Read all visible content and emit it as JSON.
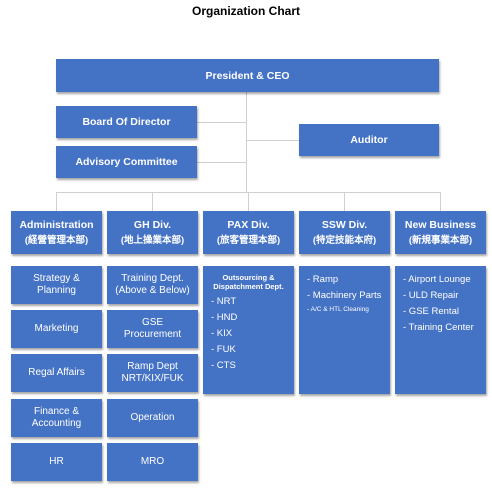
{
  "title": "Organization Chart",
  "top": "President & CEO",
  "board": "Board Of Director",
  "advisory": "Advisory Committee",
  "auditor": "Auditor",
  "divisions": [
    {
      "name": "Administration",
      "jp": "(経營管理本部)"
    },
    {
      "name": "GH Div.",
      "jp": "(地上操業本部)"
    },
    {
      "name": "PAX Div.",
      "jp": "(旅客管理本部)"
    },
    {
      "name": "SSW Div.",
      "jp": "(特定技能本府)"
    },
    {
      "name": "New Business",
      "jp": "(新規事業本部)"
    }
  ],
  "admin_units": [
    {
      "l1": "Strategy &",
      "l2": "Planning"
    },
    {
      "l1": "Marketing",
      "l2": ""
    },
    {
      "l1": "Regal Affairs",
      "l2": ""
    },
    {
      "l1": "Finance &",
      "l2": "Accounting"
    },
    {
      "l1": "HR",
      "l2": ""
    }
  ],
  "gh_units": [
    {
      "l1": "Training Dept.",
      "l2": "(Above & Below)"
    },
    {
      "l1": "GSE",
      "l2": "Procurement"
    },
    {
      "l1": "Ramp Dept",
      "l2": "NRT/KIX/FUK"
    },
    {
      "l1": "Operation",
      "l2": ""
    },
    {
      "l1": "MRO",
      "l2": ""
    }
  ],
  "pax": {
    "head1": "Outsourcing &",
    "head2": "Dispatchment Dept.",
    "items": [
      "- NRT",
      "- HND",
      "- KIX",
      "- FUK",
      "- CTS"
    ]
  },
  "ssw": {
    "items": [
      "- Ramp",
      "- Machinery Parts"
    ],
    "note": "- A/C & HTL Cleaning"
  },
  "newbiz": {
    "items": [
      "- Airport Lounge",
      "- ULD Repair",
      "- GSE Rental",
      "- Training Center"
    ]
  }
}
